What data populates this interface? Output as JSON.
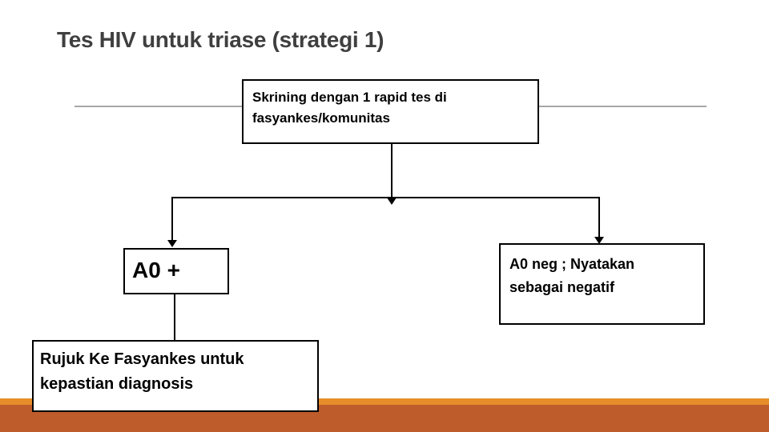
{
  "slide": {
    "title": "Tes HIV untuk triase (strategi 1)"
  },
  "flowchart": {
    "top_box": {
      "line1": "Skrining dengan 1 rapid tes di",
      "line2": "fasyankes/komunitas"
    },
    "left_box": {
      "label": "A0 +"
    },
    "right_box": {
      "line1": "A0 neg ; Nyatakan",
      "line2": "sebagai negatif"
    },
    "bottom_box": {
      "line1": "Rujuk Ke Fasyankes untuk",
      "line2": "kepastian diagnosis"
    }
  },
  "colors": {
    "title": "#3F3F3F",
    "divider": "#A6A6A6",
    "stroke": "#000000",
    "box_border": "#000000",
    "box_bg": "#FFFFFF",
    "text": "#000000",
    "band_stripe": "#E78E2B",
    "band_main": "#BF5C2B",
    "slide_bg": "#FFFFFF"
  }
}
